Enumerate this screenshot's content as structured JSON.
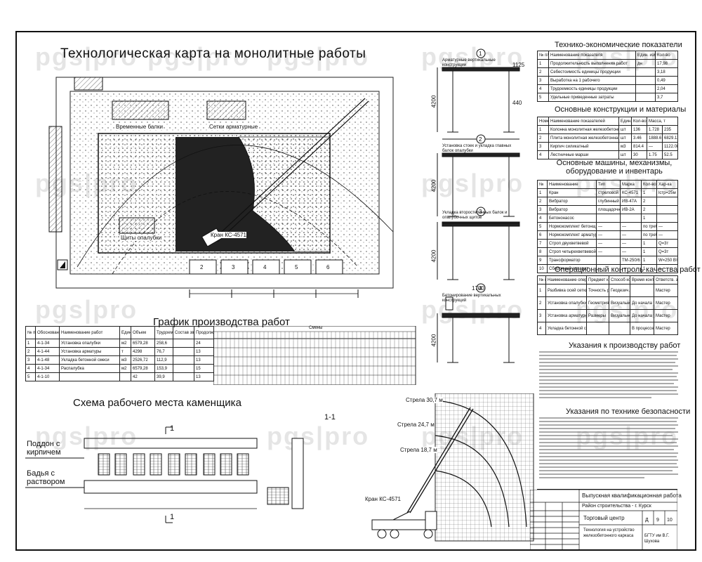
{
  "watermark": "pgs|pro",
  "main_title": "Технологическая карта на монолитные работы",
  "site_plan": {
    "labels": {
      "temporary_beams": "Временные балки",
      "rebar_mesh": "Сетки арматурные",
      "formwork_shields": "Щиты опалубки",
      "crane": "Кран КС-4571"
    }
  },
  "details": {
    "d1_note": "Арматурные вертикальные конструкции",
    "d2_note": "Установка стоек и укладка главных балок опалубки",
    "d3_note": "Укладка второстепенных балок и опалубочных щитов",
    "d4_note": "Бетонирование вертикальных конструкций",
    "dims": {
      "h1": "4200",
      "w": "1700",
      "a": "1125",
      "b": "440"
    },
    "nums": [
      "1",
      "2",
      "3",
      "4"
    ]
  },
  "tech_econ": {
    "title": "Технико-экономические показатели",
    "headers": [
      "№ п/п",
      "Наименование показателя",
      "Един. изм.",
      "Кол-во"
    ],
    "rows": [
      [
        "1",
        "Продолжительность выполнения работ",
        "дн",
        "17,98"
      ],
      [
        "2",
        "Себестоимость единицы продукции",
        "",
        "3,18"
      ],
      [
        "3",
        "Выработка на 1 рабочего",
        "",
        "0,49"
      ],
      [
        "4",
        "Трудоемкость единицы продукции",
        "",
        "2,04"
      ],
      [
        "5",
        "Удельные приведенные затраты",
        "",
        "3,7"
      ]
    ]
  },
  "structures": {
    "title": "Основные конструкции и материалы",
    "headers": [
      "Номер",
      "Наименование показателей",
      "Един. изм.",
      "Кол-во",
      "Масса, т"
    ],
    "rows": [
      [
        "1",
        "Колонна монолитная железобетонная",
        "шт",
        "136",
        "1.728",
        "235"
      ],
      [
        "2",
        "Плита монолитная железобетонная",
        "шт",
        "3.46",
        "1888.6",
        "6829.12"
      ],
      [
        "3",
        "Кирпич силикатный",
        "м3",
        "814.4",
        "—",
        "1122.08"
      ],
      [
        "4",
        "Лестничные марши",
        "шт",
        "30",
        "1.75",
        "52.5"
      ]
    ]
  },
  "machines": {
    "title": "Основные машины, механизмы, оборудование и инвентарь",
    "headers": [
      "№",
      "Наименование",
      "Тип",
      "Марка",
      "Кол-во",
      "Хар-ка"
    ],
    "rows": [
      [
        "1",
        "Кран",
        "стреловой",
        "КС-4571",
        "1",
        "lстр=25м"
      ],
      [
        "2",
        "Вибратор",
        "глубинный",
        "ИВ-47А",
        "2",
        ""
      ],
      [
        "3",
        "Вибратор",
        "площадочный",
        "ИВ-2А",
        "2",
        ""
      ],
      [
        "4",
        "Бетононасос",
        "",
        "",
        "1",
        ""
      ],
      [
        "5",
        "Нормокомплект бетонщика",
        "—",
        "—",
        "по треб.",
        "—"
      ],
      [
        "6",
        "Нормокомплект арматурщика",
        "—",
        "—",
        "по треб.",
        "—"
      ],
      [
        "7",
        "Строп двухветвевой",
        "—",
        "—",
        "1",
        "Q=3т"
      ],
      [
        "8",
        "Строп четырехветвевой",
        "—",
        "—",
        "1",
        "Q=3т"
      ],
      [
        "9",
        "Трансформатор",
        "",
        "ТМ-250/6",
        "1",
        "W=250 Вт"
      ],
      [
        "10",
        "Сборочный аппарат",
        "—",
        "—",
        "1",
        "—"
      ]
    ]
  },
  "quality": {
    "title": "Операционный контроль качества работ",
    "headers": [
      "№ п/п",
      "Наименование операций, подлежащих контролю",
      "Предмет контроля",
      "Способ контроля",
      "Время контроля",
      "Ответств. за контроль"
    ],
    "rows": [
      [
        "1",
        "Разбивка осей сетки колонн",
        "Точность разметки",
        "Геодезич.",
        "",
        "Мастер"
      ],
      [
        "2",
        "Установка опалубки",
        "Геометрия",
        "Визуально, инструмент",
        "До начала укладки бетона",
        "Мастер"
      ],
      [
        "3",
        "Установка арматурных сеток и каркасов",
        "Размеры",
        "Визуально, инструмент",
        "До начала укладки бетона",
        "Мастер"
      ],
      [
        "4",
        "Укладка бетонной смеси в конструкции",
        "",
        "",
        "В процессе работы",
        "Мастер"
      ]
    ]
  },
  "instructions_title": "Указания к производству работ",
  "safety_title": "Указания по технике безопасности",
  "schedule": {
    "title": "График производства работ",
    "headers": [
      "№ п/п",
      "Обоснование по ЕНиР",
      "Наименование работ",
      "Един. изм.",
      "Объем",
      "Трудоем.",
      "Состав звена",
      "Продолж."
    ],
    "day_label": "Смены",
    "rows": [
      [
        "1",
        "4-1-34",
        "Установка опалубки",
        "м2",
        "6579,28",
        "258,6",
        "",
        "24"
      ],
      [
        "2",
        "4-1-44",
        "Установка арматуры",
        "т",
        "4298",
        "76,7",
        "",
        "13"
      ],
      [
        "3",
        "4-1-48",
        "Укладка бетонной смеси",
        "м3",
        "2526,72",
        "112,9",
        "",
        "13"
      ],
      [
        "4",
        "4-1-34",
        "Распалубка",
        "м2",
        "6579,28",
        "153,9",
        "",
        "15"
      ],
      [
        "5",
        "4-1-10",
        "",
        "",
        "42",
        "39,9",
        "",
        "13"
      ]
    ]
  },
  "mason": {
    "title": "Схема рабочего места каменщика",
    "pallet": "Поддон с кирпичем",
    "bucket": "Бадья с раствором",
    "section": "1-1",
    "cut": "1"
  },
  "crane_chart": {
    "boom_labels": [
      "Стрела 30,7 м",
      "Стрела 24,7 м",
      "Стрела 18,7 м"
    ],
    "crane_label": "Кран КС-4571"
  },
  "stamp": {
    "project": "Выпускная квалификационная работа",
    "region": "Район строительства - г. Курск",
    "object": "Торговый центр",
    "sheet_title": "Технология на устройство железобетонного каркаса",
    "org": "БГТУ им В.Г. Шухова",
    "stage": "Д",
    "sheet": "9",
    "sheets": "10"
  }
}
